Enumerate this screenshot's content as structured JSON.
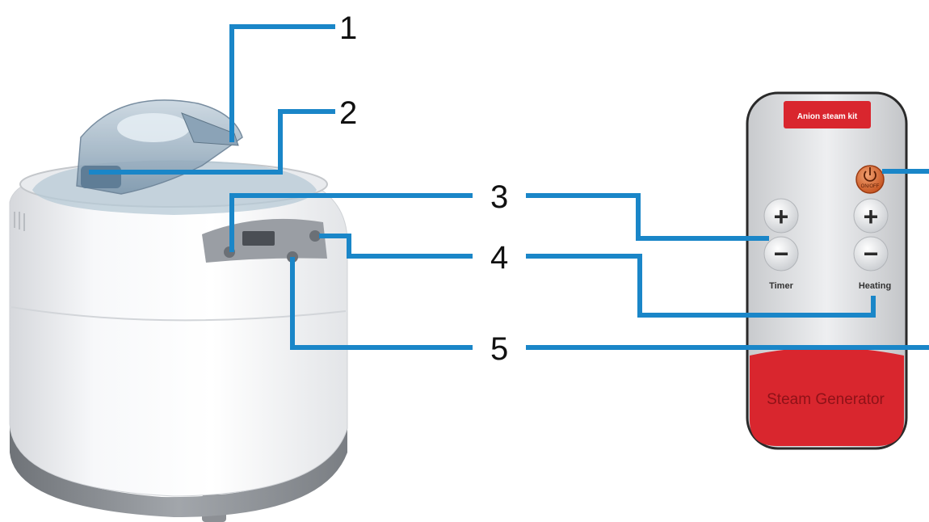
{
  "callouts": [
    {
      "number": "1"
    },
    {
      "number": "2"
    },
    {
      "number": "3"
    },
    {
      "number": "4"
    },
    {
      "number": "5"
    }
  ],
  "remote": {
    "logo_text": "Anion steam kit",
    "power_label": "ON/OFF",
    "timer_label": "Timer",
    "heating_label": "Heating",
    "plus_symbol": "+",
    "minus_symbol": "−",
    "footer_text": "Steam Generator"
  },
  "colors": {
    "leader": "#1a86c8",
    "remote_red": "#d9262e",
    "power_orange": "#d9662b",
    "body_white": "#f4f5f7",
    "base_grey": "#8b8e93"
  }
}
